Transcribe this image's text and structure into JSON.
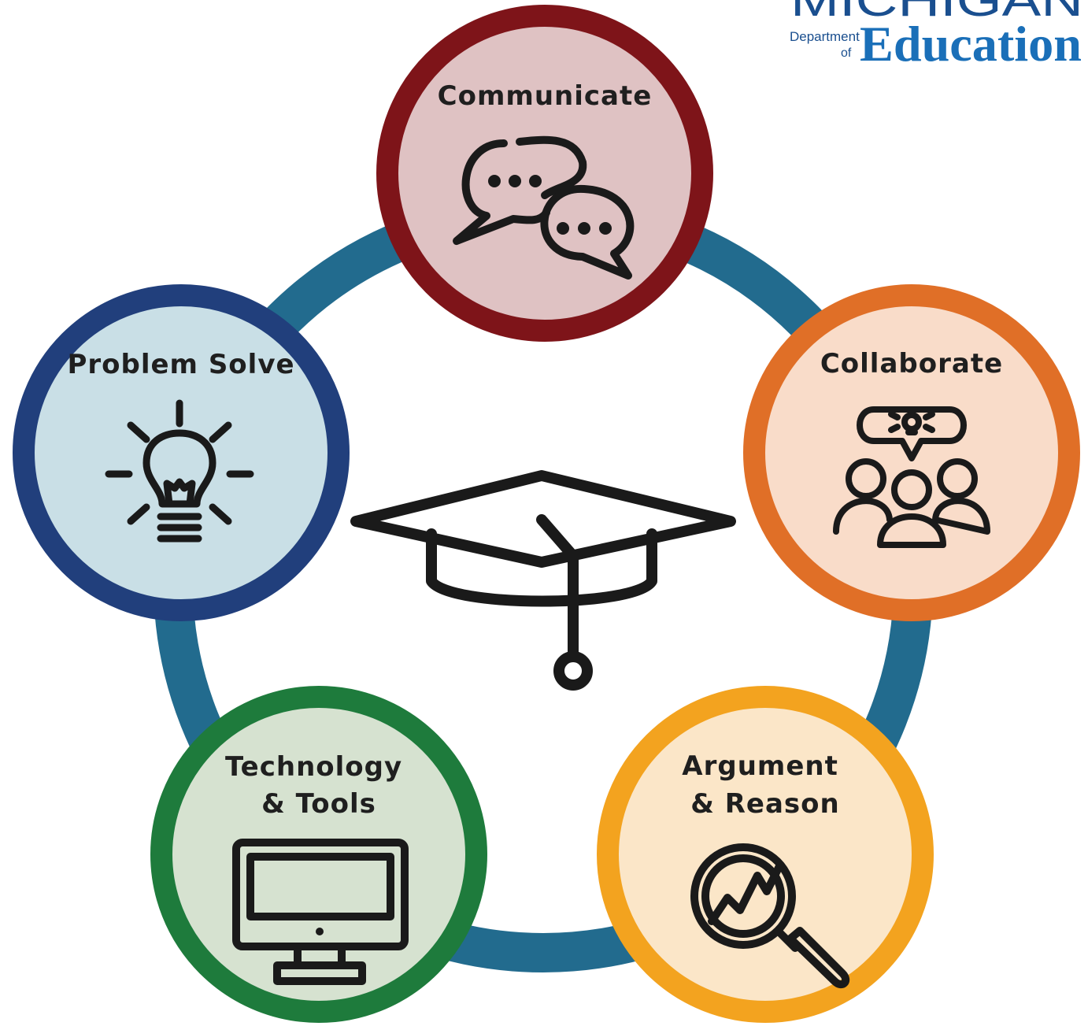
{
  "logo": {
    "state": "MICHIGAN",
    "department": "Department",
    "of": "of",
    "education": "Education"
  },
  "ring_color": "#226b8e",
  "center_icon": "graduation-cap-icon",
  "nodes": [
    {
      "id": "communicate",
      "lines": [
        "Communicate"
      ],
      "icon": "speech-bubbles-icon",
      "border": "#7e1419",
      "fill": "#dfc2c3"
    },
    {
      "id": "collaborate",
      "lines": [
        "Collaborate"
      ],
      "icon": "team-idea-icon",
      "border": "#e06f27",
      "fill": "#f9dcc9"
    },
    {
      "id": "argument-reason",
      "lines": [
        "Argument",
        "& Reason"
      ],
      "icon": "magnifier-chart-icon",
      "border": "#f3a31f",
      "fill": "#fbe6c8"
    },
    {
      "id": "technology-tools",
      "lines": [
        "Technology",
        "& Tools"
      ],
      "icon": "computer-monitor-icon",
      "border": "#1e7b3c",
      "fill": "#d6e2d0"
    },
    {
      "id": "problem-solve",
      "lines": [
        "Problem Solve"
      ],
      "icon": "lightbulb-icon",
      "border": "#213f7c",
      "fill": "#c9dfe6"
    }
  ]
}
